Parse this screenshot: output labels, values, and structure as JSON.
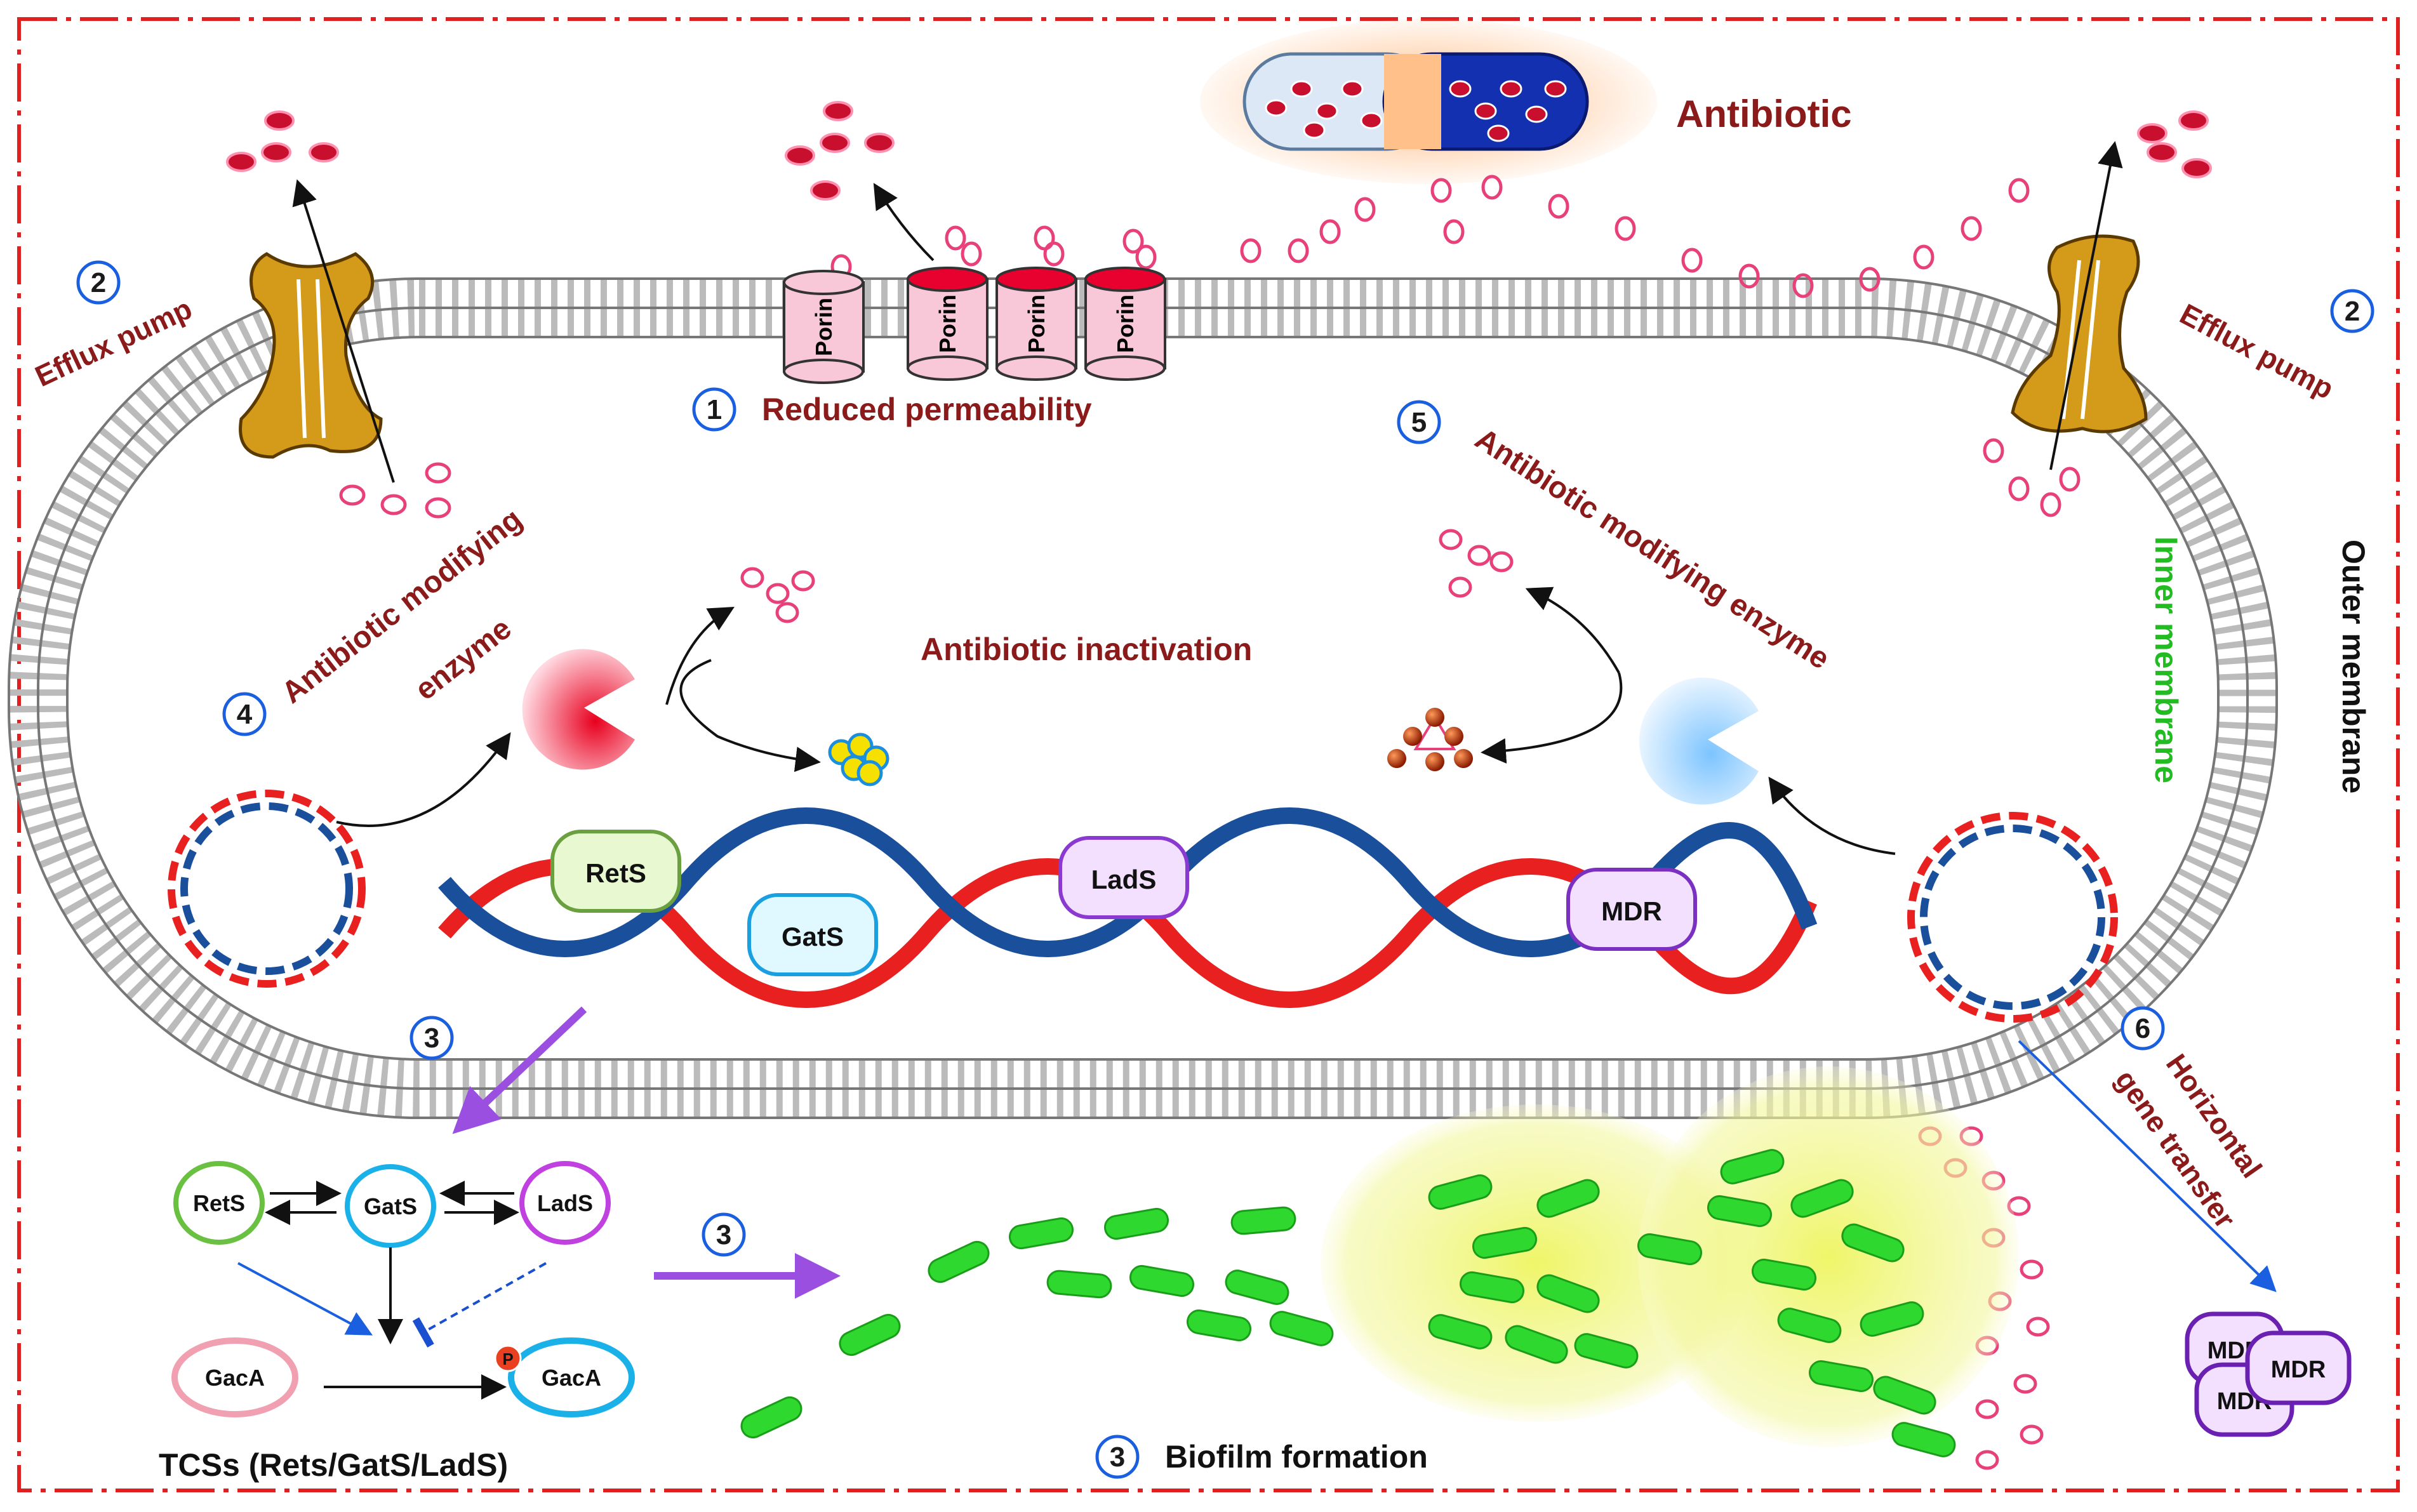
{
  "title": "Antibiotic",
  "mechanisms": {
    "reduced_permeability": {
      "number": "1",
      "label": "Reduced permeability"
    },
    "efflux_left": {
      "number": "2",
      "label": "Efflux pump"
    },
    "efflux_right": {
      "number": "2",
      "label": "Efflux pump"
    },
    "tcs_number": "3",
    "tcs_arrow_number": "3",
    "biofilm": {
      "number": "3",
      "label": "Biofilm formation"
    },
    "modifying_left": {
      "number": "4",
      "label_line1": "Antibiotic modifying",
      "label_line2": "enzyme"
    },
    "modifying_right": {
      "number": "5",
      "label": "Antibiotic modifying enzyme"
    },
    "hgt": {
      "number": "6",
      "label_line1": "Horizontal",
      "label_line2": "gene transfer"
    },
    "inactivation": "Antibiotic inactivation"
  },
  "membranes": {
    "inner": "Inner membrane",
    "outer": "Outer membrane"
  },
  "porins": [
    "Porin",
    "Porin",
    "Porin",
    "Porin"
  ],
  "dna_labels": [
    "RetS",
    "GatS",
    "LadS",
    "MDR"
  ],
  "tcs": {
    "nodes": [
      "RetS",
      "GatS",
      "LadS"
    ],
    "gaca": "GacA",
    "gaca_p": "GacA",
    "phospho": "P",
    "caption": "TCSs (Rets/GatS/LadS)"
  },
  "mdr_stack": [
    "MDR",
    "MDR",
    "MDR"
  ],
  "colors": {
    "frame": "#e02020",
    "label_dark_red": "#8b1a1a",
    "inner_membrane": "#22bb22",
    "antibiotic_pink": "#e8407a",
    "dna_red": "#e82020",
    "dna_blue": "#1a4f9c",
    "pump": "#d49a1a",
    "bacteria": "#2ed82e",
    "arrow_purple": "#9a4fe0"
  }
}
